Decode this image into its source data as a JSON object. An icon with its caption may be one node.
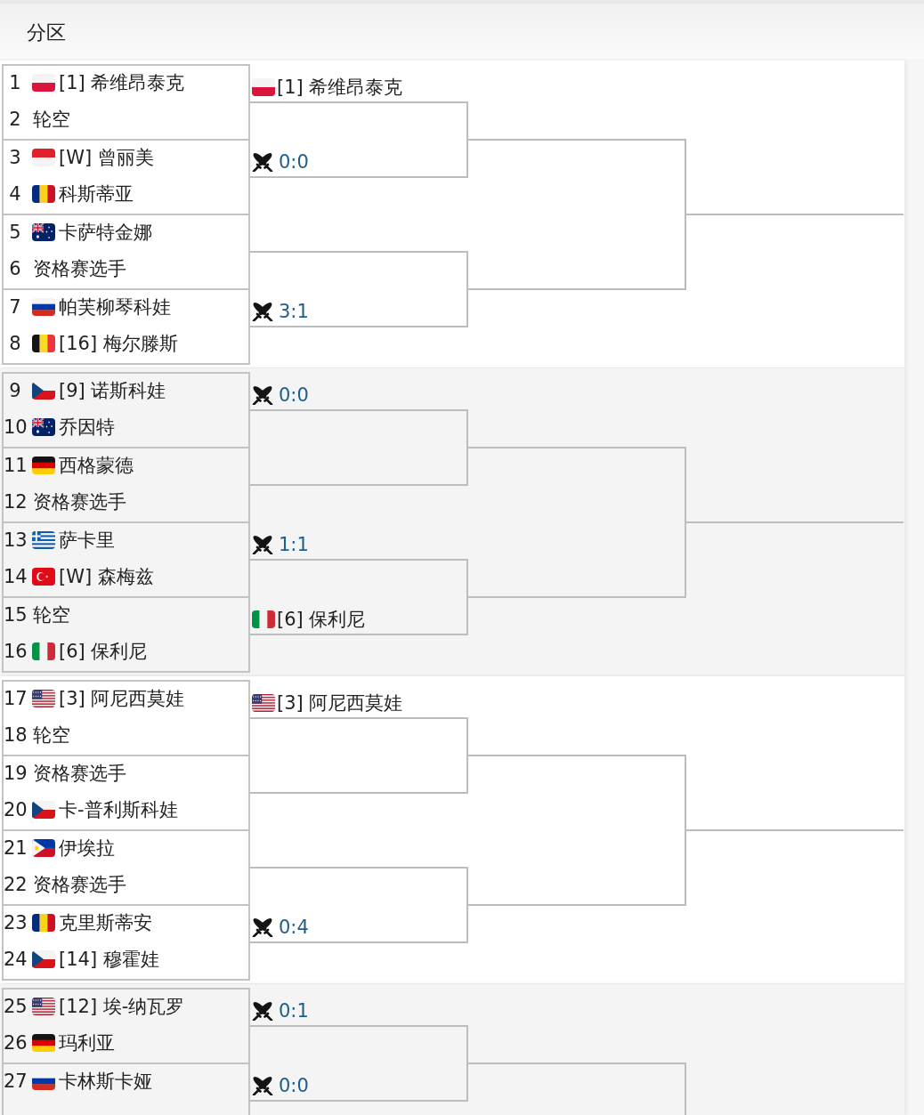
{
  "diagram": {
    "title": "分区",
    "nodes": [
      {
        "text": [
          "1",
          "[1] 希维昂泰克",
          "2",
          "轮空"
        ]
      },
      {
        "text": [
          "3",
          "[W] 曾丽美",
          "4",
          "科斯蒂亚"
        ]
      },
      {
        "text": [
          "5",
          "卡萨特金娜",
          "6",
          "资格赛选手"
        ]
      },
      {
        "text": [
          "7",
          "帕芙柳琴科娃",
          "8",
          "[16] 梅尔滕斯"
        ]
      },
      {
        "text": [
          "9",
          "[9] 诺斯科娃",
          "10",
          "乔因特"
        ]
      },
      {
        "text": [
          "11",
          "西格蒙德",
          "12",
          "资格赛选手"
        ]
      },
      {
        "text": [
          "13",
          "萨卡里",
          "14",
          "[W] 森梅兹"
        ]
      },
      {
        "text": [
          "15",
          "轮空",
          "16",
          "[6] 保利尼"
        ]
      },
      {
        "text": [
          "17",
          "[3] 阿尼西莫娃",
          "18",
          "轮空"
        ]
      },
      {
        "text": [
          "19",
          "资格赛选手",
          "20",
          "卡-普利斯科娃"
        ]
      },
      {
        "text": [
          "21",
          "伊埃拉",
          "22",
          "资格赛选手"
        ]
      },
      {
        "text": [
          "23",
          "克里斯蒂安",
          "24",
          "[14] 穆霍娃"
        ]
      },
      {
        "text": [
          "25",
          "[12] 埃-纳瓦罗",
          "26",
          "玛利亚"
        ]
      },
      {
        "text": [
          "27",
          "卡林斯卡娅"
        ]
      }
    ],
    "edges": [
      {
        "from": 0,
        "to": null,
        "arrow": "none",
        "label": "[1] 希维昂泰克"
      },
      {
        "from": 1,
        "to": null,
        "arrow": "none",
        "label": "0:0"
      },
      {
        "from": 2,
        "to": null,
        "arrow": "none"
      },
      {
        "from": 3,
        "to": null,
        "arrow": "none",
        "label": "3:1"
      },
      {
        "from": 4,
        "to": null,
        "arrow": "none",
        "label": "0:0"
      },
      {
        "from": 5,
        "to": null,
        "arrow": "none"
      },
      {
        "from": 6,
        "to": null,
        "arrow": "none",
        "label": "1:1"
      },
      {
        "from": 7,
        "to": null,
        "arrow": "none",
        "label": "[6] 保利尼"
      },
      {
        "from": 8,
        "to": null,
        "arrow": "none",
        "label": "[3] 阿尼西莫娃"
      },
      {
        "from": 9,
        "to": null,
        "arrow": "none"
      },
      {
        "from": 10,
        "to": null,
        "arrow": "none"
      },
      {
        "from": 11,
        "to": null,
        "arrow": "none",
        "label": "0:4"
      },
      {
        "from": 12,
        "to": null,
        "arrow": "none",
        "label": "0:1"
      },
      {
        "from": 13,
        "to": null,
        "arrow": "none",
        "label": "0:0"
      }
    ]
  }
}
